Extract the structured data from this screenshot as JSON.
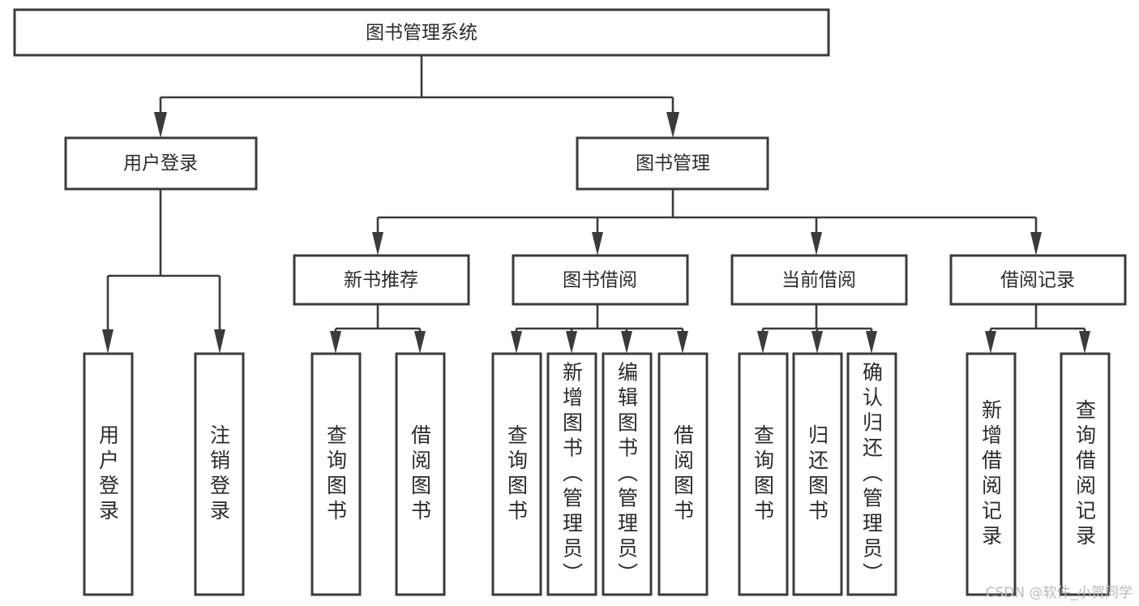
{
  "diagram": {
    "type": "tree",
    "title": "图书管理系统",
    "watermark": "CSDN @软件_小贺同学",
    "colors": {
      "box_stroke": "#3b3b3b",
      "box_fill": "#ffffff",
      "connector": "#3b3b3b",
      "text": "#2b2b2b",
      "watermark": "#b9b9b9",
      "background": "#ffffff"
    },
    "levels": {
      "root": {
        "label": "图书管理系统"
      },
      "level2": [
        {
          "label": "用户登录"
        },
        {
          "label": "图书管理"
        }
      ],
      "level3": [
        {
          "label": "新书推荐"
        },
        {
          "label": "图书借阅"
        },
        {
          "label": "当前借阅"
        },
        {
          "label": "借阅记录"
        }
      ],
      "leaves": [
        {
          "label": "用户登录",
          "parent": "用户登录"
        },
        {
          "label": "注销登录",
          "parent": "用户登录"
        },
        {
          "label": "查询图书",
          "parent": "新书推荐"
        },
        {
          "label": "借阅图书",
          "parent": "新书推荐"
        },
        {
          "label": "查询图书",
          "parent": "图书借阅"
        },
        {
          "label": "新增图书（管理员）",
          "parent": "图书借阅"
        },
        {
          "label": "编辑图书（管理员）",
          "parent": "图书借阅"
        },
        {
          "label": "借阅图书",
          "parent": "图书借阅"
        },
        {
          "label": "查询图书",
          "parent": "当前借阅"
        },
        {
          "label": "归还图书",
          "parent": "当前借阅"
        },
        {
          "label": "确认归还（管理员）",
          "parent": "当前借阅"
        },
        {
          "label": "新增借阅记录",
          "parent": "借阅记录"
        },
        {
          "label": "查询借阅记录",
          "parent": "借阅记录"
        }
      ]
    }
  }
}
